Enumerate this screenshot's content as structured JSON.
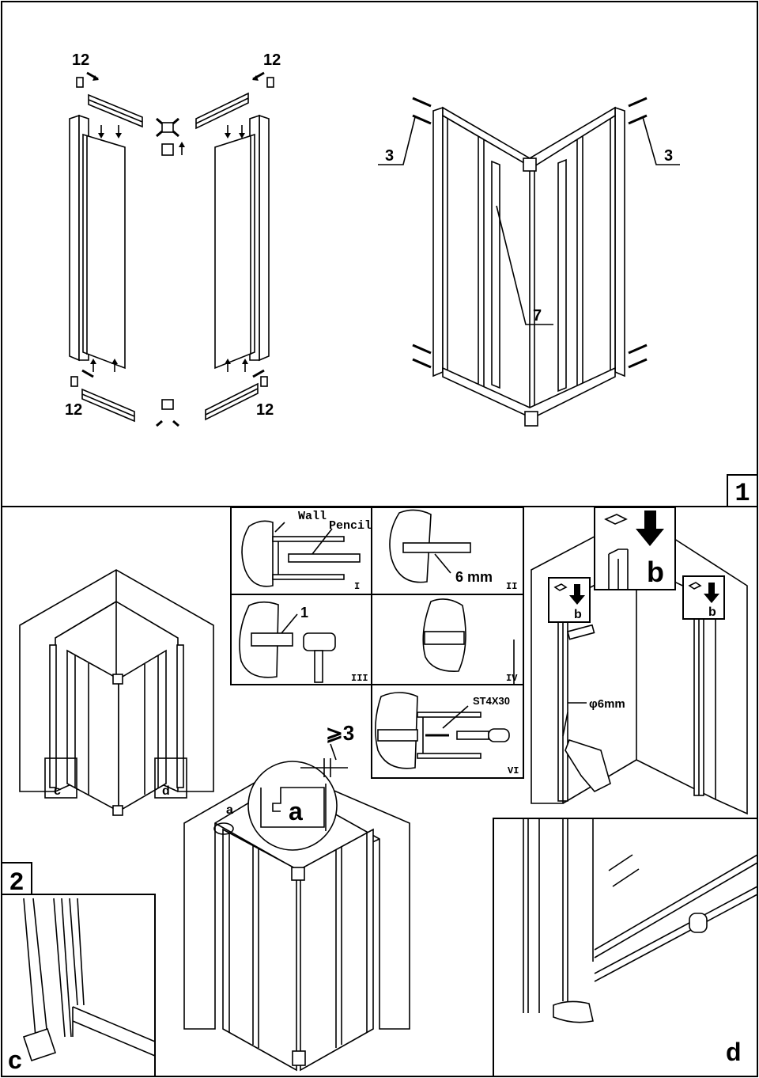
{
  "step1": {
    "step_number": "1",
    "labels": {
      "cap_top_left": "12",
      "cap_top_right": "12",
      "cap_bottom_left": "12",
      "cap_bottom_right": "12",
      "screw_left": "3",
      "screw_right": "3",
      "magnet_strip": "7"
    }
  },
  "step2": {
    "step_number": "2",
    "detail_c": "c",
    "detail_d": "d",
    "detail_a": "a",
    "detail_b": "b",
    "gap": "⩾3",
    "section_a": "a",
    "insets": {
      "I": {
        "roman": "I",
        "wall": "Wall",
        "pencil": "Pencil"
      },
      "II": {
        "roman": "II",
        "drill": "6 mm"
      },
      "III": {
        "roman": "III",
        "plug": "1"
      },
      "IV": {
        "roman": "IV"
      },
      "VI": {
        "roman": "VI",
        "screw": "ST4X30"
      }
    },
    "drill_diameter": "φ6mm"
  },
  "colors": {
    "ink": "#000000",
    "paper": "#ffffff"
  }
}
